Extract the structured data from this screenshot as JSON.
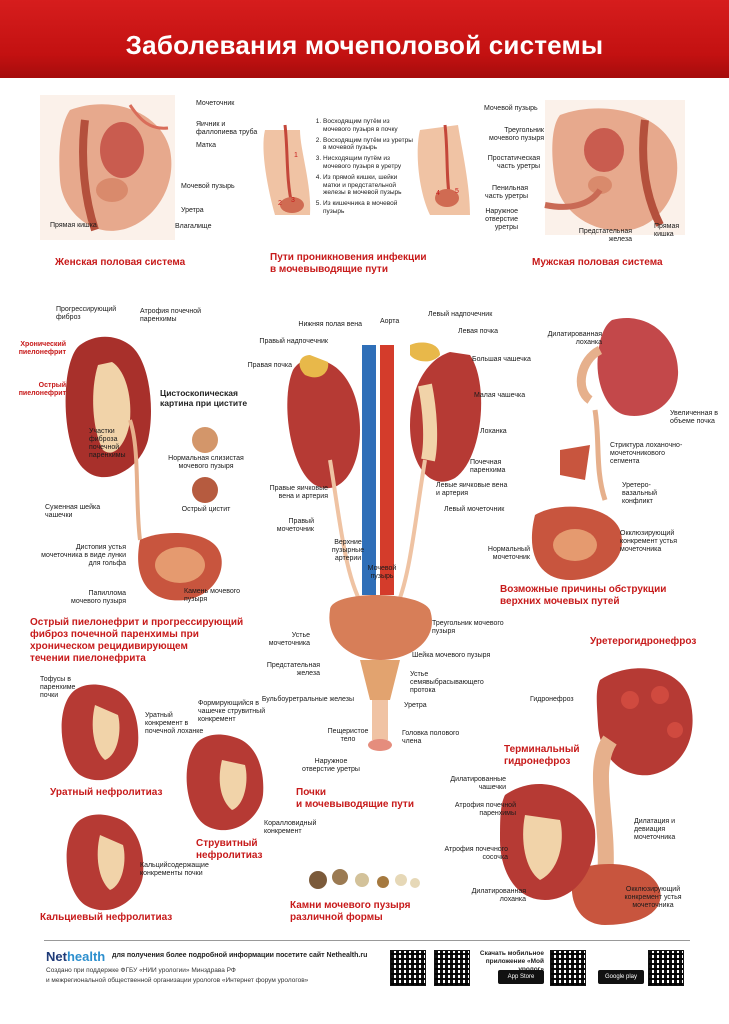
{
  "title": "Заболевания мочеполовой системы",
  "colors": {
    "brand_red": "#c71a1a",
    "banner_red": "#c31111",
    "kidney": "#b33a3a",
    "vein": "#2f6fb8",
    "artery": "#d43c2b",
    "tissue": "#e8a27d"
  },
  "female": {
    "caption": "Женская половая система",
    "labels": [
      "Мочеточник",
      "Яичник и фаллопиева труба",
      "Матка",
      "Мочевой пузырь",
      "Уретра",
      "Влагалище",
      "Прямая кишка"
    ]
  },
  "ways": {
    "caption_1": "Пути проникновения инфекции",
    "caption_2": "в мочевыводящие пути",
    "items": [
      "Восходящим путём из мочевого пузыря в почку",
      "Восходящим путём из уретры в мочевой пузырь",
      "Нисходящим путём из мочевого пузыря в уретру",
      "Из прямой кишки, шейки матки и предстательной железы в мочевой пузырь",
      "Из кишечника в мочевой пузырь"
    ],
    "figure_numbers": [
      "1",
      "2",
      "3",
      "4",
      "5"
    ]
  },
  "male": {
    "caption": "Мужская половая система",
    "labels": [
      "Мочевой пузырь",
      "Треугольник мочевого пузыря",
      "Простатическая часть уретры",
      "Пенильная часть уретры",
      "Наружное отверстие уретры",
      "Предстательная железа",
      "Прямая кишка"
    ]
  },
  "pyelo": {
    "side_chronic": "Хронический пиелонефрит",
    "side_acute": "Острый пиелонефрит",
    "labels": [
      "Прогрессирующий фиброз",
      "Атрофия почечной паренхимы",
      "Участки фиброза почечной паренхимы",
      "Суженная шейка чашечки",
      "Дистопия устья мочеточника в виде лунки для гольфа",
      "Папиллома мочевого пузыря",
      "Камень мочевого пузыря"
    ],
    "caption": [
      "Острый пиелонефрит и прогрессирующий",
      "фиброз почечной паренхимы при",
      "хроническом рецидивирующем",
      "течении пиелонефрита"
    ]
  },
  "cysto": {
    "title": "Цистоскопическая картина при цистите",
    "normal": "Нормальная слизистая мочевого пузыря",
    "acute": "Острый цистит"
  },
  "kidneys": {
    "caption_1": "Почки",
    "caption_2": "и мочевыводящие пути",
    "labels_left": [
      "Нижняя полая вена",
      "Правый надпочечник",
      "Правая почка",
      "Правые яичковые вена и артерия",
      "Правый мочеточник",
      "Верхние пузырные артерии",
      "Мочевой пузырь",
      "Устье мочеточника",
      "Предстательная железа",
      "Бульбоуретральные железы",
      "Пещеристое тело",
      "Наружное отверстие уретры"
    ],
    "labels_right": [
      "Аорта",
      "Левый надпочечник",
      "Левая почка",
      "Большая чашечка",
      "Малая чашечка",
      "Лоханка",
      "Почечная паренхима",
      "Левые яичковые вена и артерия",
      "Левый мочеточник",
      "Треугольник мочевого пузыря",
      "Шейка мочевого пузыря",
      "Устье семявыбрасывающего протока",
      "Уретра",
      "Головка полового члена"
    ]
  },
  "obstruction": {
    "labels": [
      "Дилатированная лоханка",
      "Увеличенная в объеме почка",
      "Стриктура лоханочно-мочеточникового сегмента",
      "Уретеро-вазальный конфликт",
      "Окклюзирующий конкремент устья мочеточника",
      "Нормальный мочеточник"
    ],
    "caption": [
      "Возможные причины обструкции",
      "верхних мочевых путей"
    ]
  },
  "urate": {
    "caption": "Уратный нефролитиаз",
    "labels": [
      "Тофусы в паренхиме почки",
      "Уратный конкремент в почечной лоханке"
    ]
  },
  "struvite": {
    "caption_1": "Струвитный",
    "caption_2": "нефролитиаз",
    "labels": [
      "Формирующийся в чашечке струвитный конкремент",
      "Коралловидный конкремент"
    ]
  },
  "calcium": {
    "caption": "Кальциевый нефролитиаз",
    "labels": [
      "Кальцийсодержащие конкременты почки"
    ]
  },
  "stones": {
    "caption_1": "Камни мочевого пузыря",
    "caption_2": "различной формы"
  },
  "hydro": {
    "title": "Уретерогидронефроз",
    "terminal_1": "Терминальный",
    "terminal_2": "гидронефроз",
    "labels": [
      "Гидронефроз",
      "Дилатированные чашечки",
      "Атрофия почечной паренхимы",
      "Атрофия почечного сосочка",
      "Дилатированная лоханка",
      "Дилатация и девиация мочеточника",
      "Окклюзирующий конкремент устья мочеточника"
    ]
  },
  "footer": {
    "logo_a": "Net",
    "logo_b": "health",
    "info": "для получения более подробной информации посетите сайт Nethealth.ru",
    "credit_1": "Создано при поддержке ФГБУ «НИИ урологии» Минздрава РФ",
    "credit_2": "и межрегиональной общественной организации урологов «Интернет форум урологов»",
    "app_1": "Скачать мобильное",
    "app_2": "приложение «Мой уролог»",
    "appstore": "App Store",
    "googleplay": "Google play"
  }
}
